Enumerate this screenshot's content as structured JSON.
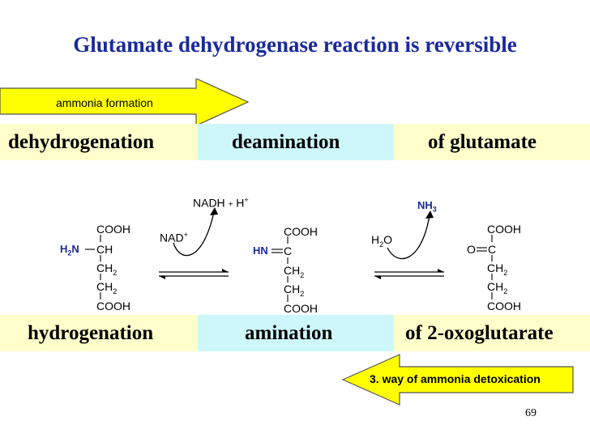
{
  "title": "Glutamate dehydrogenase reaction is reversible",
  "arrows": {
    "forward_label": "ammonia formation",
    "reverse_label": "3. way of ammonia detoxication"
  },
  "top_band": {
    "col1": "dehydrogenation",
    "col2": "deamination",
    "col3": "of  glutamate"
  },
  "bottom_band": {
    "col1": "hydrogenation",
    "col2": "amination",
    "col3": "of  2-oxoglutarate"
  },
  "reagents": {
    "nadh": "NADH",
    "plus": "+",
    "h": "H",
    "plus_sup": "+",
    "nad": "NAD",
    "nad_sup": "+",
    "nh3": "NH",
    "nh3_sub": "3",
    "h2o_h": "H",
    "h2o_sub": "2",
    "h2o_o": "O"
  },
  "molecules": {
    "glutamate": {
      "top": "COOH",
      "amino_h": "H",
      "amino_sub": "2",
      "amino_n": "N",
      "center": "CH",
      "ch2a": "CH",
      "ch2b": "CH",
      "sub": "2",
      "bottom": "COOH"
    },
    "imino": {
      "top": "COOH",
      "group": "HN",
      "center": "C",
      "ch2a": "CH",
      "ch2b": "CH",
      "sub": "2",
      "bottom": "COOH"
    },
    "oxo": {
      "top": "COOH",
      "group": "O",
      "center": "C",
      "ch2a": "CH",
      "ch2b": "CH",
      "sub": "2",
      "bottom": "COOH"
    }
  },
  "page_number": "69",
  "colors": {
    "title": "#1a2a9c",
    "band_yellow": "#ffffcc",
    "band_cyan": "#cdf7fa",
    "arrow_fill": "#ffff00"
  }
}
